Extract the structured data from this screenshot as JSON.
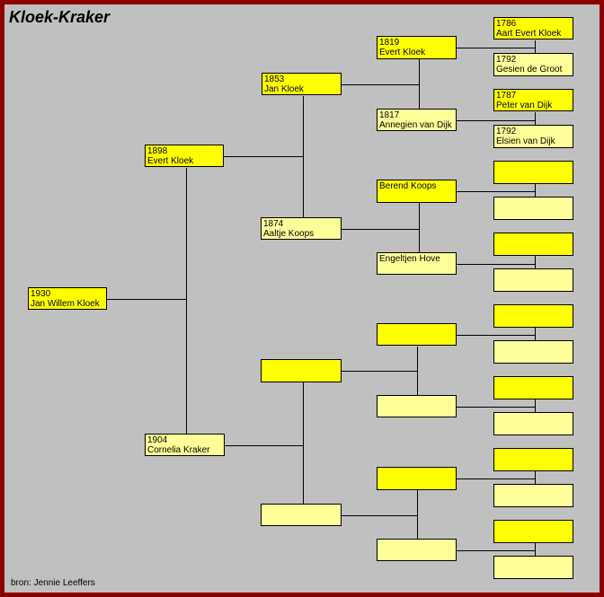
{
  "title": "Kloek-Kraker",
  "source": "bron: Jennie Leeffers",
  "colors": {
    "frame": "#8b0000",
    "background": "#c0c0c0",
    "male": "#ffff00",
    "female": "#ffff99"
  },
  "persons": {
    "p1": {
      "year": "1930",
      "name": "Jan Willem Kloek"
    },
    "p2": {
      "year": "1898",
      "name": "Evert Kloek"
    },
    "p3": {
      "year": "1904",
      "name": "Cornelia Kraker"
    },
    "p4": {
      "year": "1853",
      "name": "Jan Kloek"
    },
    "p5": {
      "year": "1874",
      "name": "Aaltje Koops"
    },
    "p6": {
      "year": "",
      "name": ""
    },
    "p7": {
      "year": "",
      "name": ""
    },
    "p8": {
      "year": "1819",
      "name": "Evert Kloek"
    },
    "p9": {
      "year": "1817",
      "name": "Annegien van Dijk"
    },
    "p10": {
      "year": "",
      "name": "Berend Koops"
    },
    "p11": {
      "year": "",
      "name": "Engeltjen Hove"
    },
    "p12": {
      "year": "",
      "name": ""
    },
    "p13": {
      "year": "",
      "name": ""
    },
    "p14": {
      "year": "",
      "name": ""
    },
    "p15": {
      "year": "",
      "name": ""
    },
    "p16": {
      "year": "1786",
      "name": "Aart Evert Kloek"
    },
    "p17": {
      "year": "1792",
      "name": "Gesien de Groot"
    },
    "p18": {
      "year": "1787",
      "name": "Peter van Dijk"
    },
    "p19": {
      "year": "1792",
      "name": "Elsien van Dijk"
    },
    "p20": {
      "year": "",
      "name": ""
    },
    "p21": {
      "year": "",
      "name": ""
    },
    "p22": {
      "year": "",
      "name": ""
    },
    "p23": {
      "year": "",
      "name": ""
    },
    "p24": {
      "year": "",
      "name": ""
    },
    "p25": {
      "year": "",
      "name": ""
    },
    "p26": {
      "year": "",
      "name": ""
    },
    "p27": {
      "year": "",
      "name": ""
    },
    "p28": {
      "year": "",
      "name": ""
    },
    "p29": {
      "year": "",
      "name": ""
    },
    "p30": {
      "year": "",
      "name": ""
    },
    "p31": {
      "year": "",
      "name": ""
    }
  }
}
